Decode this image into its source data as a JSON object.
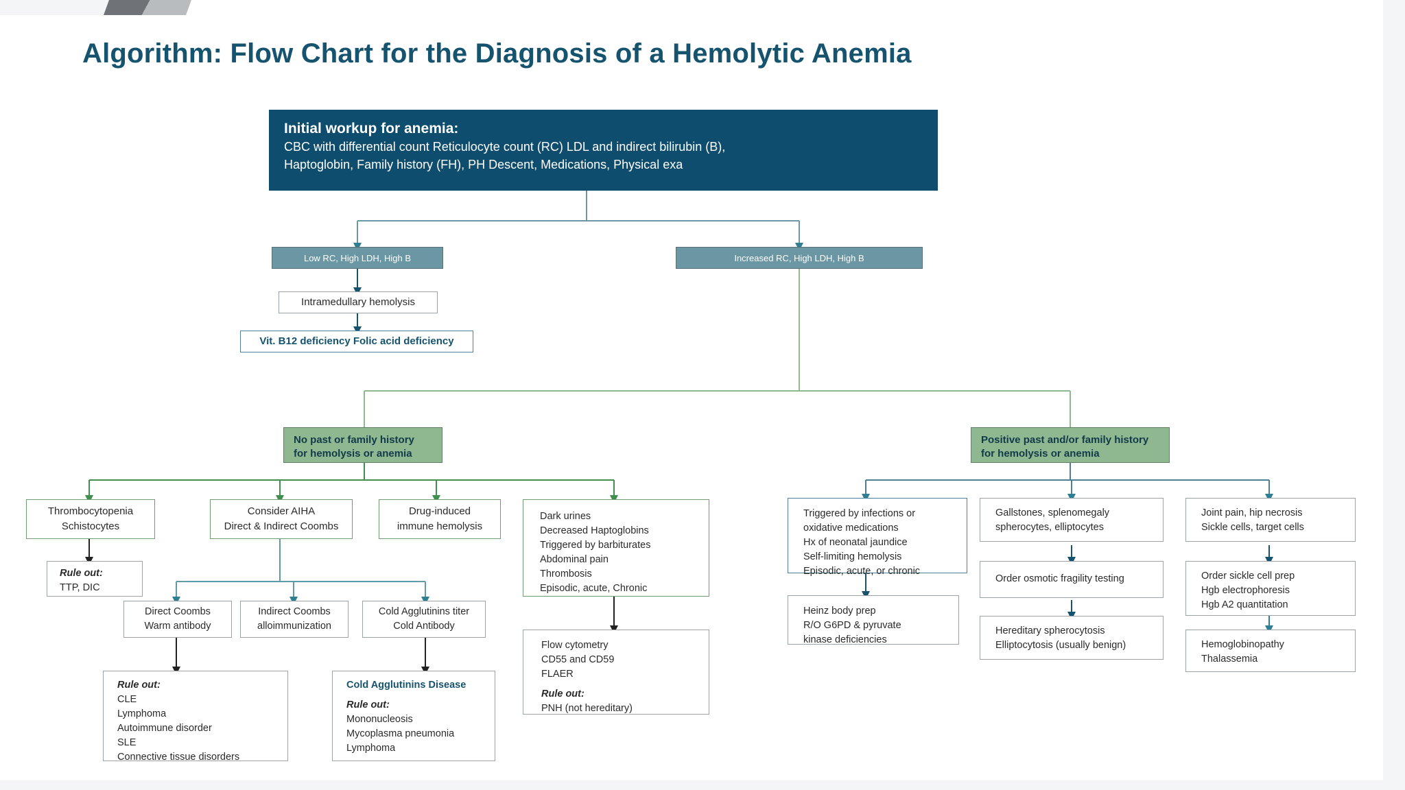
{
  "title": "Algorithm: Flow Chart for the Diagnosis of a Hemolytic Anemia",
  "colors": {
    "title": "#15536e",
    "header_box": "#0f4d6e",
    "teal_box": "#6b96a3",
    "green_box": "#8fb790",
    "green_arrow": "#3f8f4f",
    "teal_arrow": "#2f7f93",
    "navy_arrow": "#15536e"
  },
  "header": {
    "heading": "Initial workup for anemia:",
    "body": "CBC with differential count Reticulocyte count (RC) LDL and indirect bilirubin (B),\nHaptoglobin, Family history (FH), PH Descent, Medications, Physical exa"
  },
  "branch_left": {
    "decision": "Low RC, High LDH, High B",
    "step1": "Intramedullary hemolysis",
    "step2": "Vit. B12 deficiency Folic acid deficiency"
  },
  "branch_right": {
    "decision": "Increased RC, High LDH, High B"
  },
  "history": {
    "negative": "No past or family history\nfor hemolysis or anemia",
    "positive": "Positive past and/or family history\nfor hemolysis or anemia"
  },
  "no_history_branch": [
    {
      "id": "thrombocytopenia",
      "text": "Thrombocytopenia\nSchistocytes"
    },
    {
      "id": "consider-aiha",
      "text": "Consider AIHA\nDirect & Indirect Coombs"
    },
    {
      "id": "drug-induced",
      "text": "Drug-induced\nimmune hemolysis"
    },
    {
      "id": "dark-urines",
      "text": "Dark urines\nDecreased  Haptoglobins\nTriggered by barbiturates\nAbdominal pain\nThrombosis\nEpisodic, acute, Chronic"
    }
  ],
  "rule_out_ttp": {
    "heading": "Rule out:",
    "body": "TTP, DIC"
  },
  "coombs_row": [
    {
      "id": "direct-coombs",
      "text": "Direct Coombs\nWarm antibody"
    },
    {
      "id": "indirect-coombs",
      "text": "Indirect Coombs\nalloimmunization"
    },
    {
      "id": "cold-agglutinins-titer",
      "text": "Cold Agglutinins titer\nCold Antibody"
    }
  ],
  "rule_out_aiha": {
    "heading": "Rule out:",
    "body": "CLE\nLymphoma\nAutoimmune disorder\nSLE\nConnective tissue disorders"
  },
  "cold_agglutinins_disease": {
    "title": "Cold Agglutinins Disease",
    "heading": "Rule out:",
    "body": "Mononucleosis\nMycoplasma pneumonia\n     Lymphoma"
  },
  "flow_cytometry": {
    "body": "Flow cytometry\nCD55 and CD59\nFLAER",
    "heading": "Rule out:",
    "rule": "PNH (not hereditary)"
  },
  "positive_history_branch": [
    {
      "id": "g6pd-column",
      "top": "Triggered by infections or\noxidative medications\nHx of neonatal jaundice\nSelf-limiting hemolysis\nEpisodic, acute, or chronic",
      "bottom": "Heinz body prep\nR/O G6PD & pyruvate\nkinase deficiencies"
    },
    {
      "id": "spherocytosis-column",
      "top": "Gallstones, splenomegaly\nspherocytes, elliptocytes",
      "middle": "Order osmotic fragility testing",
      "bottom": "Hereditary spherocytosis\nElliptocytosis (usually benign)"
    },
    {
      "id": "hemoglobinopathy-column",
      "top": "Joint pain, hip necrosis\nSickle cells, target cells",
      "middle": "Order sickle cell prep\nHgb electrophoresis\nHgb A2 quantitation",
      "bottom": "Hemoglobinopathy\nThalassemia"
    }
  ]
}
